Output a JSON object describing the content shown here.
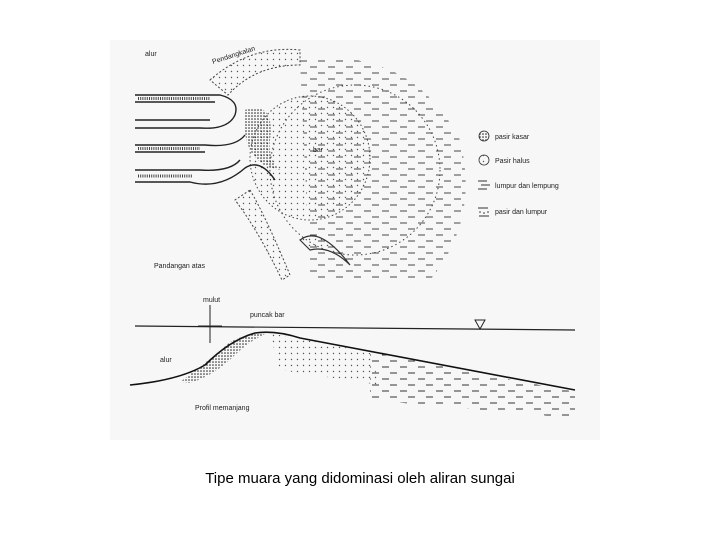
{
  "plan_view": {
    "title": "Pandangan atas",
    "labels": {
      "pantai": "Pendangkalan",
      "alur": "alur",
      "bar": "bar"
    }
  },
  "legend": [
    {
      "icon": "coarse-sand-icon",
      "label": "pasir kasar"
    },
    {
      "icon": "fine-sand-icon",
      "label": "Pasir halus"
    },
    {
      "icon": "mud-clay-icon",
      "label": "lumpur dan lempung"
    },
    {
      "icon": "sand-mud-icon",
      "label": "pasir dan lumpur"
    }
  ],
  "profile_view": {
    "title": "Profil memanjang",
    "labels": {
      "mulut": "mulut",
      "puncak_bar": "puncak bar",
      "alur": "alur"
    }
  },
  "caption": "Tipe muara yang didominasi oleh aliran sungai"
}
